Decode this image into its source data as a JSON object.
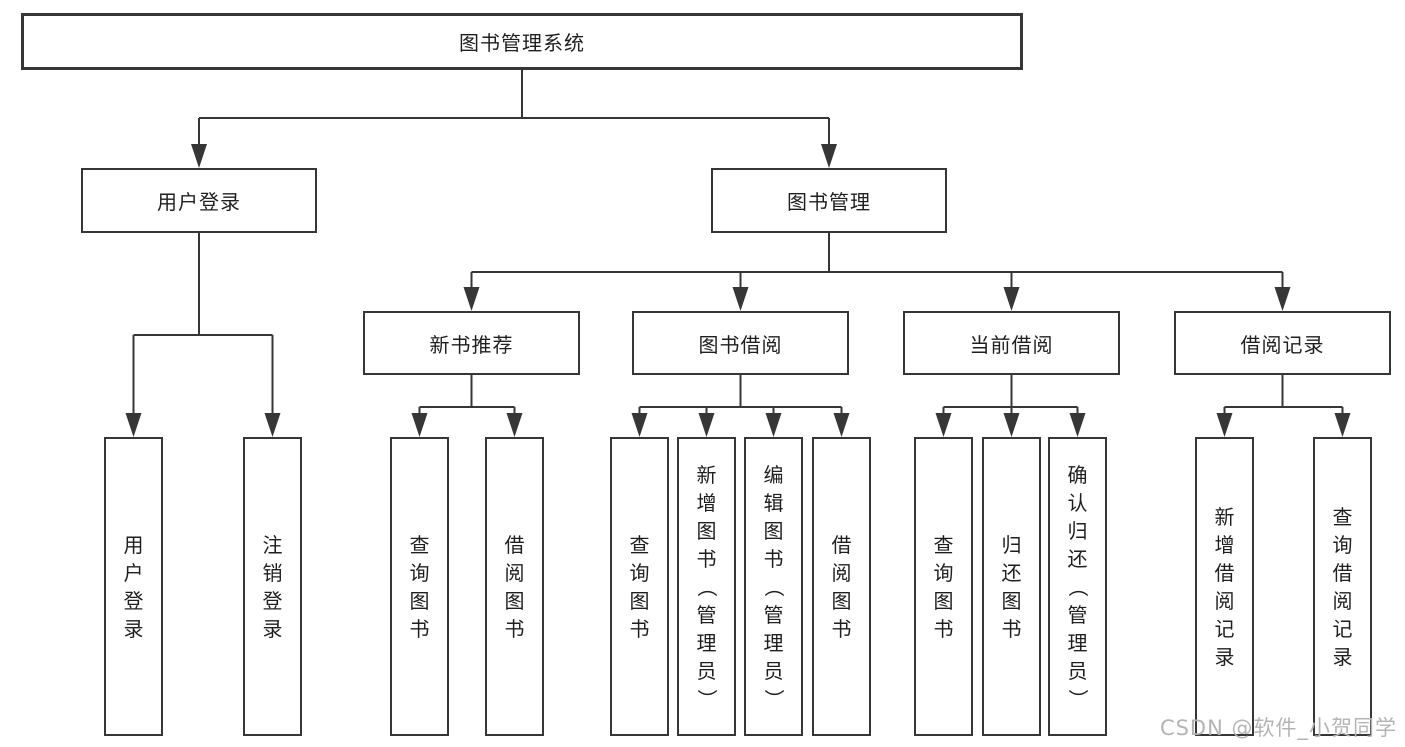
{
  "nodes": {
    "root": "图书管理系统",
    "user_login": "用户登录",
    "book_management": "图书管理",
    "new_book_recommend": "新书推荐",
    "book_borrowing": "图书借阅",
    "current_borrowing": "当前借阅",
    "borrowing_records": "借阅记录",
    "leaf_user_login": "用户登录",
    "leaf_logout": "注销登录",
    "leaf_query_books_recommend": "查询图书",
    "leaf_borrow_books_recommend": "借阅图书",
    "leaf_query_books_borrowing": "查询图书",
    "leaf_add_books_admin": "新增图书（管理员）",
    "leaf_edit_books_admin": "编辑图书（管理员）",
    "leaf_borrow_books_borrowing": "借阅图书",
    "leaf_query_books_current": "查询图书",
    "leaf_return_books": "归还图书",
    "leaf_confirm_return_admin": "确认归还（管理员）",
    "leaf_add_borrow_record": "新增借阅记录",
    "leaf_query_borrow_record": "查询借阅记录"
  },
  "structure": {
    "root": "图书管理系统",
    "children": [
      {
        "label": "用户登录",
        "children": [
          "用户登录",
          "注销登录"
        ]
      },
      {
        "label": "图书管理",
        "children": [
          {
            "label": "新书推荐",
            "children": [
              "查询图书",
              "借阅图书"
            ]
          },
          {
            "label": "图书借阅",
            "children": [
              "查询图书",
              "新增图书（管理员）",
              "编辑图书（管理员）",
              "借阅图书"
            ]
          },
          {
            "label": "当前借阅",
            "children": [
              "查询图书",
              "归还图书",
              "确认归还（管理员）"
            ]
          },
          {
            "label": "借阅记录",
            "children": [
              "新增借阅记录",
              "查询借阅记录"
            ]
          }
        ]
      }
    ]
  },
  "watermark": "CSDN @软件_小贺同学",
  "colors": {
    "line": "#363636",
    "text": "#1f1f1f",
    "background": "#ffffff",
    "watermark": "#b4b4b4"
  }
}
